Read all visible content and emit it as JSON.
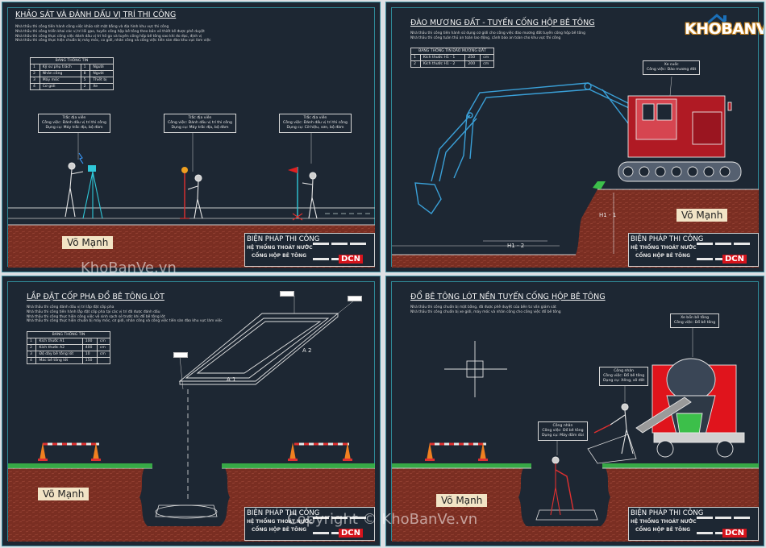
{
  "panels": [
    {
      "title": "KHẢO SÁT VÀ ĐÁNH DẤU VỊ TRÍ THI CÔNG",
      "notes": [
        "Nhà thầu thi công tiến hành công việc khảo sát mặt bằng và địa hình khu vực thi công",
        "Nhà thầu thi công triển khai các vị trí lối gạo, tuyến cống hộp bê tông theo bản vẽ thiết kế được phê duyệt",
        "Nhà thầu thi công thực công việc đánh dấu vị trí hố ga và tuyến cống hộp bê tông sao khi đo đạc, định vị",
        "Nhà thầu thi công thực hiện chuẩn bị máy móc, co giới, nhân công và công việc tiến sàn đào khu vực làm việc"
      ],
      "table": {
        "title": "BẢNG THỐNG TIN",
        "rows": [
          [
            "1",
            "Kỹ sư phụ trách",
            "1",
            "Người"
          ],
          [
            "2",
            "Nhân công",
            "8",
            "Người"
          ],
          [
            "3",
            "Máy móc",
            "5",
            "Thiết bị"
          ],
          [
            "4",
            "Cơ giới",
            "2",
            "Xe"
          ]
        ]
      },
      "callouts": [
        [
          "Trắc địa viên",
          "Công việc: Đánh dấu vị trí thi công",
          "Dụng cụ: Máy trắc địa, bộ đàm"
        ],
        [
          "Trắc địa viên",
          "Công việc: Đánh dấu vị trí thi công",
          "Dụng cụ: Máy trắc địa, bộ đàm"
        ],
        [
          "Trắc địa viên",
          "Công việc: Đánh dấu vị trí thi công",
          "Dụng cụ: Cờ hiệu, sơn, bộ đàm"
        ]
      ],
      "author": "Võ Mạnh"
    },
    {
      "title": "ĐÀO MƯƠNG ĐẤT - TUYẾN CỐNG HỘP BÊ TÔNG",
      "notes": [
        "Nhà thầu thi công tiến hành sử dụng cơ giới cho công việc đào mương đất tuyến cống hộp bê tông",
        "Nhà thầu thi công tuân thủ an toàn lao động, cảnh báo an toàn cho khu vực thi công"
      ],
      "table": {
        "title": "BẢNG THỐNG TIN ĐÀO MƯƠNG ĐẤT",
        "rows": [
          [
            "1",
            "Kích thước H1 - 1",
            "250",
            "cm"
          ],
          [
            "2",
            "Kích thước H1 - 2",
            "200",
            "cm"
          ]
        ]
      },
      "callouts": [
        [
          "Xe cuốc",
          "Công việc: Đào mương đất"
        ]
      ],
      "labels": [
        "H1 - 1",
        "H1 - 2"
      ],
      "author": "Võ Mạnh"
    },
    {
      "title": "LẮP ĐẶT CỐP PHA ĐỔ BÊ TÔNG LÓT",
      "notes": [
        "Nhà thầu thi công đánh dấu vị trí lắp đặt cốp pha",
        "Nhà thầu thi công tiến hành lắp đặt cốp pha tại các vị trí đã được đánh dấu",
        "Nhà thầu thi công thực hiện công việc vệ sinh sạch sẽ trước khi đổ bê tông lót",
        "Nhà thầu thi công thực hiện chuẩn bị máy móc, cơ giới, nhân công và công việc tiến sàn đào khu vực làm việc"
      ],
      "table": {
        "title": "BẢNG THỐNG TIN",
        "rows": [
          [
            "1",
            "Kích thước A1",
            "100",
            "cm"
          ],
          [
            "2",
            "Kích thước A2",
            "400",
            "cm"
          ],
          [
            "3",
            "Độ dày bê tông lót",
            "10",
            "cm"
          ],
          [
            "4",
            "Mác bê tông lót",
            "150",
            ""
          ]
        ]
      },
      "labels": [
        "A 1",
        "A 2"
      ],
      "author": "Võ Mạnh"
    },
    {
      "title": "ĐỔ BÊ TÔNG LÓT NỀN TUYẾN CỐNG HỘP BÊ TÔNG",
      "notes": [
        "Nhà thầu thi công chuẩn bị mặt bằng, đã được phê duyệt của bên tư vấn giám sát",
        "Nhà thầu thi công chuẩn bị xe giới, máy móc và nhân công cho công việc đổ bê tông"
      ],
      "callouts": [
        [
          "Xe bồn bê tông",
          "Công việc: Đổ bê tông"
        ],
        [
          "Công nhân",
          "Công việc: Đổ bê tông",
          "Dụng cụ: Xẻng, xô đất"
        ],
        [
          "Công nhân",
          "Công việc: Đổ bê tông",
          "Dụng cụ: Máy đầm dùi"
        ]
      ],
      "author": "Võ Mạnh"
    }
  ],
  "title_block": {
    "line1": "BIỆN PHÁP THI CÔNG",
    "line2": "HỆ THỐNG THOÁT NƯỚC",
    "line3": "CỐNG HỘP BÊ TÔNG",
    "logo": "DCN"
  },
  "watermarks": {
    "center": "KhoBanVe.vn",
    "bottom": "Copyright © KhoBanVe.vn",
    "corner": "KHOBANVE"
  },
  "colors": {
    "background": "#1d2733",
    "frame": "#2f8a98",
    "soil": "#7a2e22",
    "grass": "#3cbf4a",
    "excavator": "#b01a24",
    "mixer_truck": "#e0141c",
    "accent_yellow": "#f2e4c6"
  }
}
